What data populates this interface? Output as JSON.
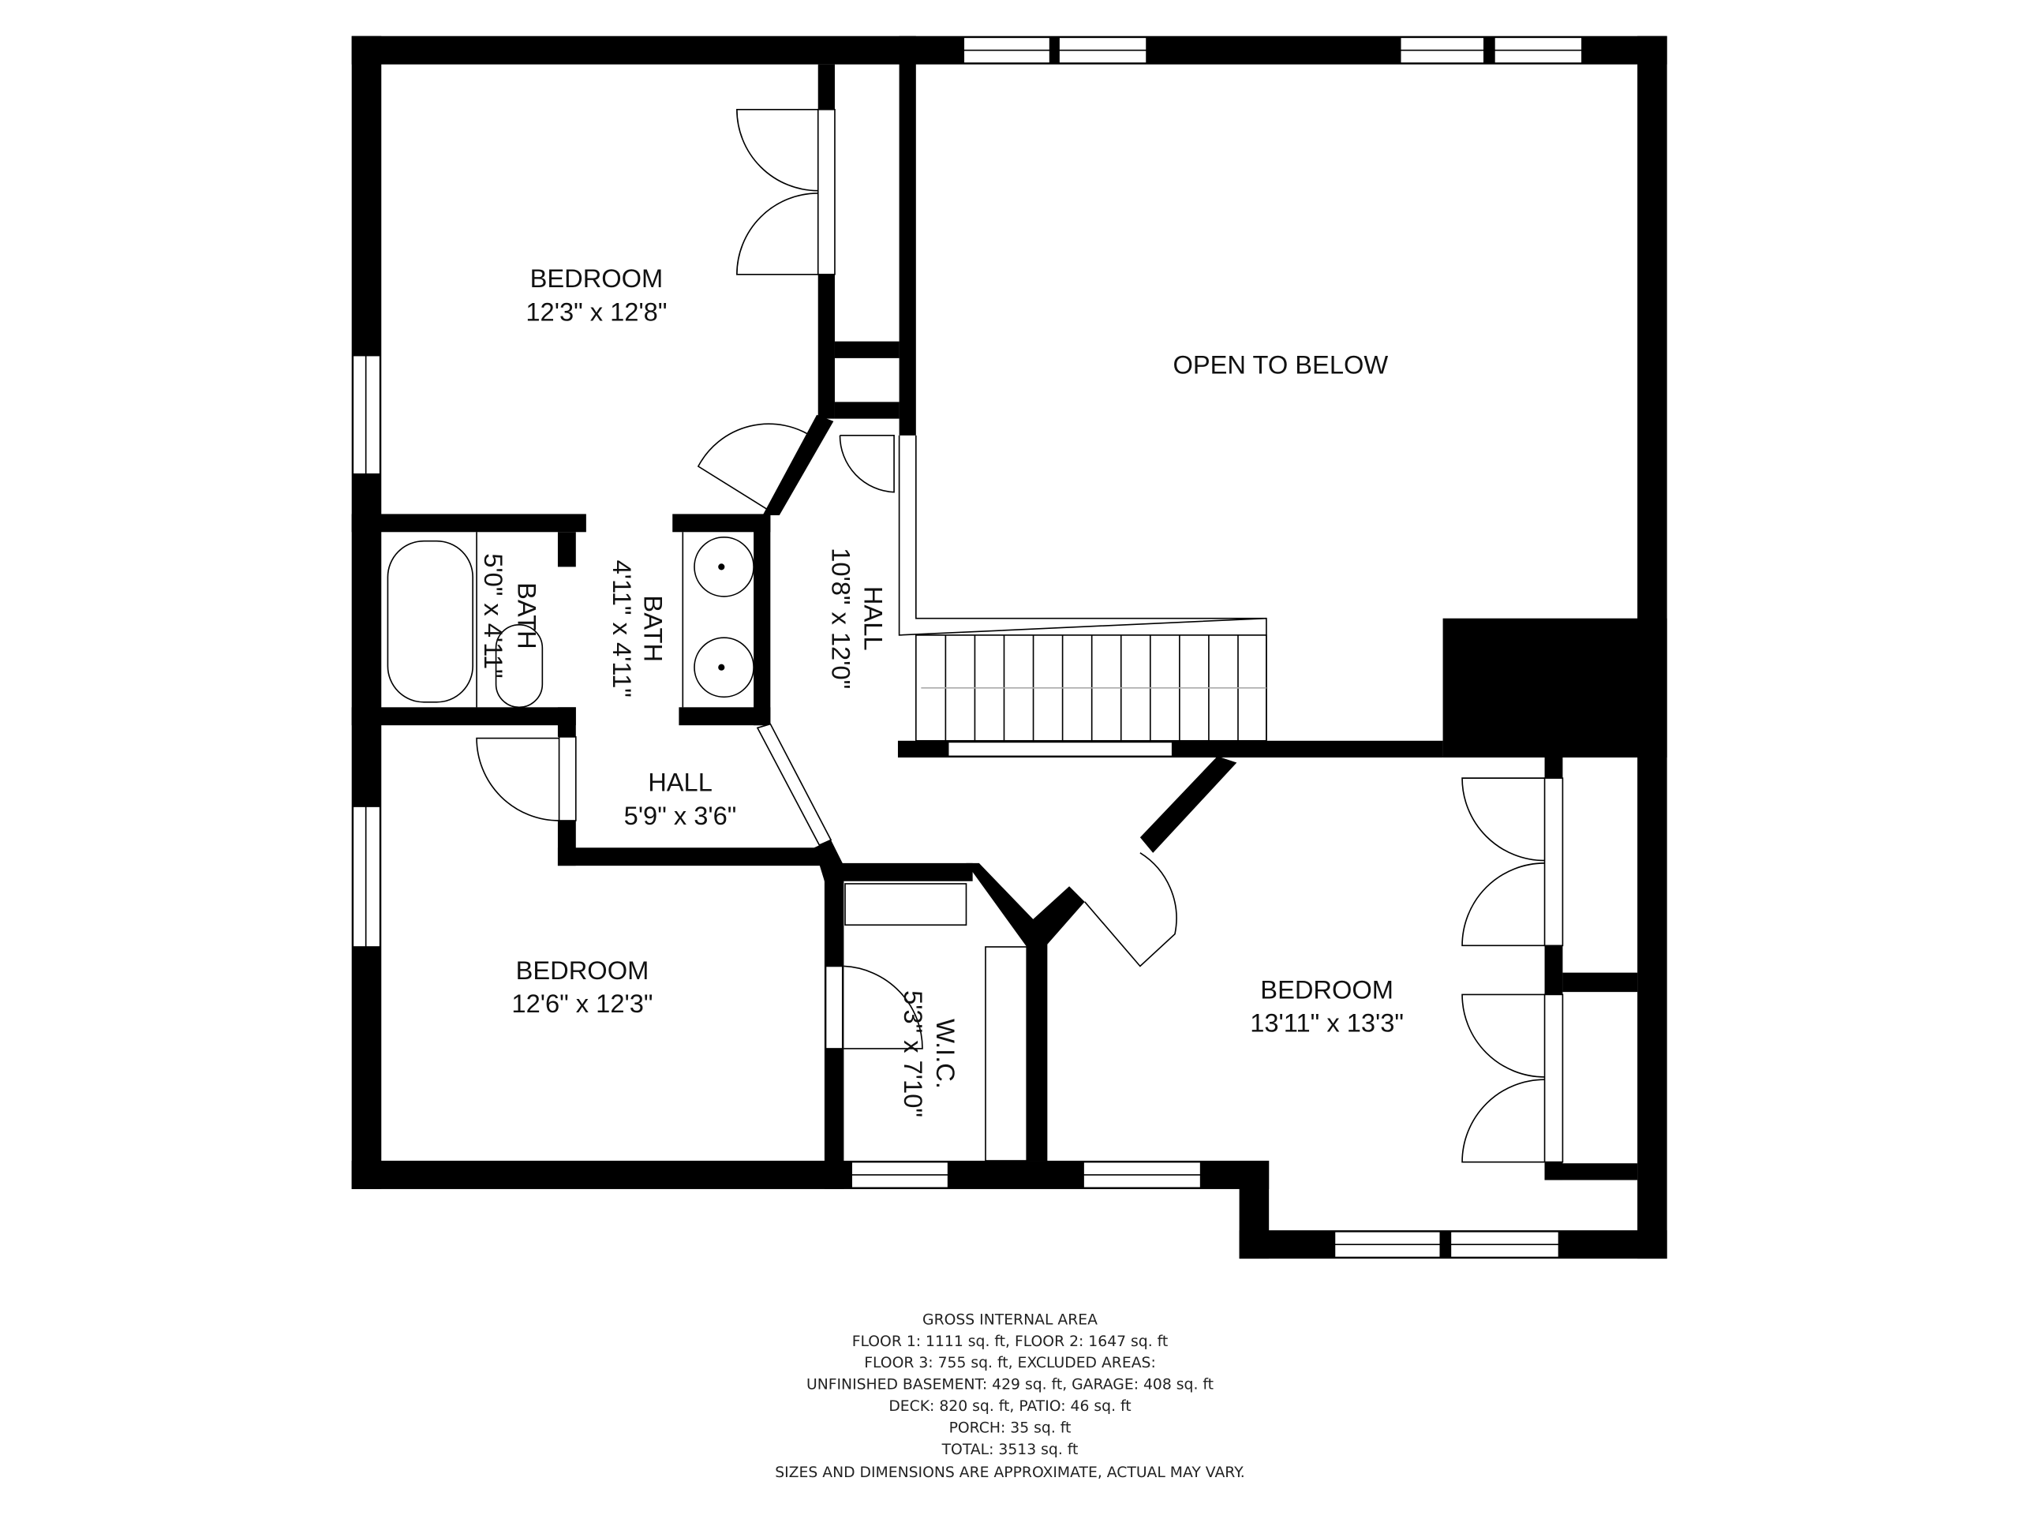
{
  "rooms": {
    "bedroom_nw": {
      "name": "BEDROOM",
      "size": "12'3\" x 12'8\""
    },
    "open_to_below": {
      "name": "OPEN TO BELOW"
    },
    "bath_left": {
      "name": "BATH",
      "size": "5'0\" x 4'11\""
    },
    "bath_center": {
      "name": "BATH",
      "size": "4'11\" x 4'11\""
    },
    "hall_main": {
      "name": "HALL",
      "size": "10'8\" x 12'0\""
    },
    "hall_small": {
      "name": "HALL",
      "size": "5'9\" x 3'6\""
    },
    "bedroom_sw": {
      "name": "BEDROOM",
      "size": "12'6\" x 12'3\""
    },
    "wic": {
      "name": "W.I.C.",
      "size": "5'3\" x 7'10\""
    },
    "bedroom_se": {
      "name": "BEDROOM",
      "size": "13'11\" x 13'3\""
    }
  },
  "area_summary": {
    "lines": [
      "GROSS INTERNAL AREA",
      "FLOOR 1: 1111 sq. ft, FLOOR 2: 1647 sq. ft",
      "FLOOR 3: 755 sq. ft, EXCLUDED AREAS:",
      "UNFINISHED BASEMENT: 429 sq. ft, GARAGE: 408 sq. ft",
      "DECK: 820 sq. ft, PATIO: 46 sq. ft",
      "PORCH: 35 sq. ft",
      "TOTAL: 3513 sq. ft",
      "SIZES AND DIMENSIONS ARE APPROXIMATE, ACTUAL MAY VARY."
    ]
  },
  "colors": {
    "wall": "#000000",
    "background": "#ffffff"
  }
}
